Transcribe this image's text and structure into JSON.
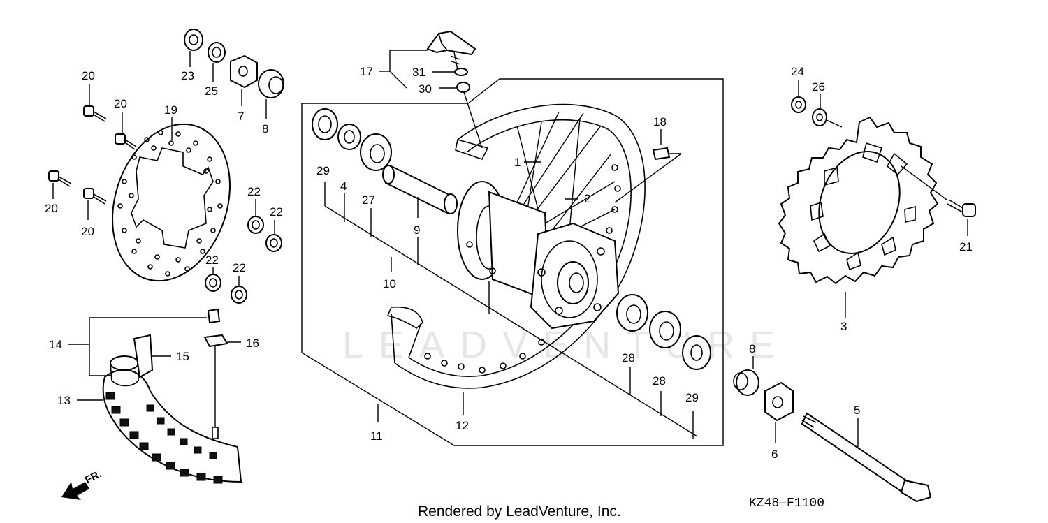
{
  "diagram": {
    "watermark": "LEADVENTURE",
    "footer_text": "Rendered by LeadVenture, Inc.",
    "diagram_code": "KZ48—F1100",
    "front_marker": "FR.",
    "callouts": {
      "c1": "1",
      "c2": "2",
      "c3": "3",
      "c4": "4",
      "c5": "5",
      "c6": "6",
      "c7": "7",
      "c8a": "8",
      "c8b": "8",
      "c9": "9",
      "c10": "10",
      "c11": "11",
      "c12": "12",
      "c13": "13",
      "c14": "14",
      "c15": "15",
      "c16": "16",
      "c17": "17",
      "c18": "18",
      "c19": "19",
      "c20a": "20",
      "c20b": "20",
      "c20c": "20",
      "c20d": "20",
      "c21": "21",
      "c22a": "22",
      "c22b": "22",
      "c22c": "22",
      "c22d": "22",
      "c23": "23",
      "c24": "24",
      "c25": "25",
      "c26": "26",
      "c27": "27",
      "c28a": "28",
      "c28b": "28",
      "c29a": "29",
      "c29b": "29",
      "c30": "30",
      "c31": "31"
    }
  }
}
